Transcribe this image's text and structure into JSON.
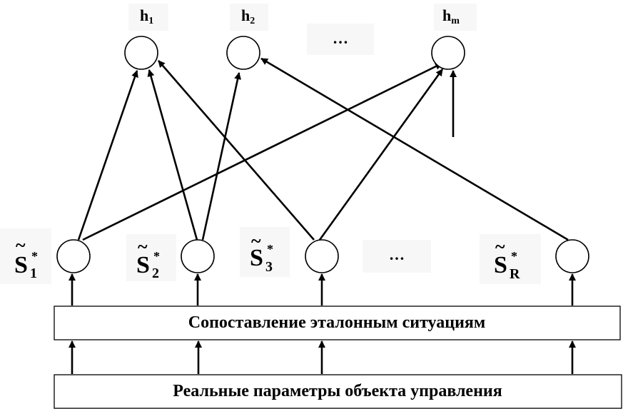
{
  "output_nodes": [
    {
      "letter": "h",
      "index": "1"
    },
    {
      "letter": "h",
      "index": "2"
    },
    {
      "letter": "h",
      "index": "m"
    }
  ],
  "output_ellipsis": "…",
  "situation_nodes": [
    {
      "letter": "S",
      "tilde": "~",
      "star": "*",
      "index": "1"
    },
    {
      "letter": "S",
      "tilde": "~",
      "star": "*",
      "index": "2"
    },
    {
      "letter": "S",
      "tilde": "~",
      "star": "*",
      "index": "3"
    },
    {
      "letter": "S",
      "tilde": "~",
      "star": "*",
      "index": "R"
    }
  ],
  "situation_ellipsis": "…",
  "comparison_box": {
    "label": "Сопоставление эталонным ситуациям"
  },
  "input_box": {
    "label": "Реальные параметры объекта управления"
  },
  "connections": [
    {
      "from": "S1",
      "to": "h1"
    },
    {
      "from": "S1",
      "to": "hm"
    },
    {
      "from": "S2",
      "to": "h1"
    },
    {
      "from": "S2",
      "to": "h2"
    },
    {
      "from": "S3",
      "to": "h1"
    },
    {
      "from": "S3",
      "to": "hm"
    },
    {
      "from": "SR",
      "to": "h2"
    },
    {
      "from": "external",
      "to": "hm"
    }
  ]
}
